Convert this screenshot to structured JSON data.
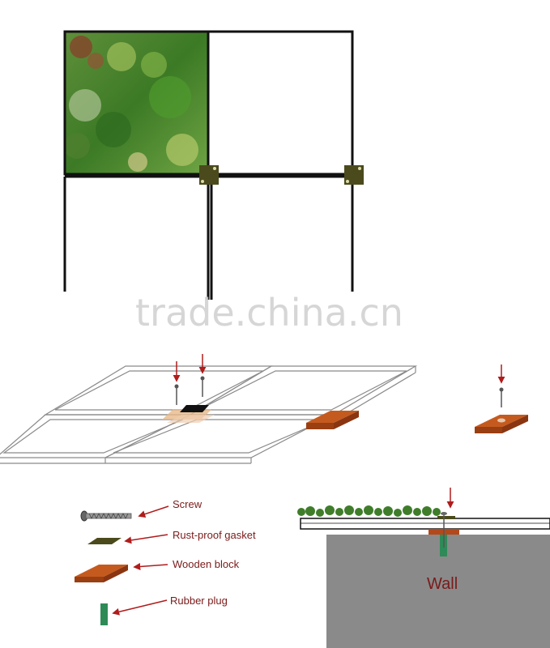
{
  "watermark": {
    "text": "trade.china.cn"
  },
  "legend": {
    "screw": "Screw",
    "gasket": "Rust-proof gasket",
    "block": "Wooden block",
    "plug": "Rubber plug"
  },
  "wall": {
    "label": "Wall"
  },
  "colors": {
    "frame": "#111111",
    "plate": "#4a4a1c",
    "arrow": "#b01c1c",
    "wood": "#b5481a",
    "wall": "#8a8a8a",
    "plug": "#2e8b57",
    "foliage": "#3f7d2a"
  }
}
